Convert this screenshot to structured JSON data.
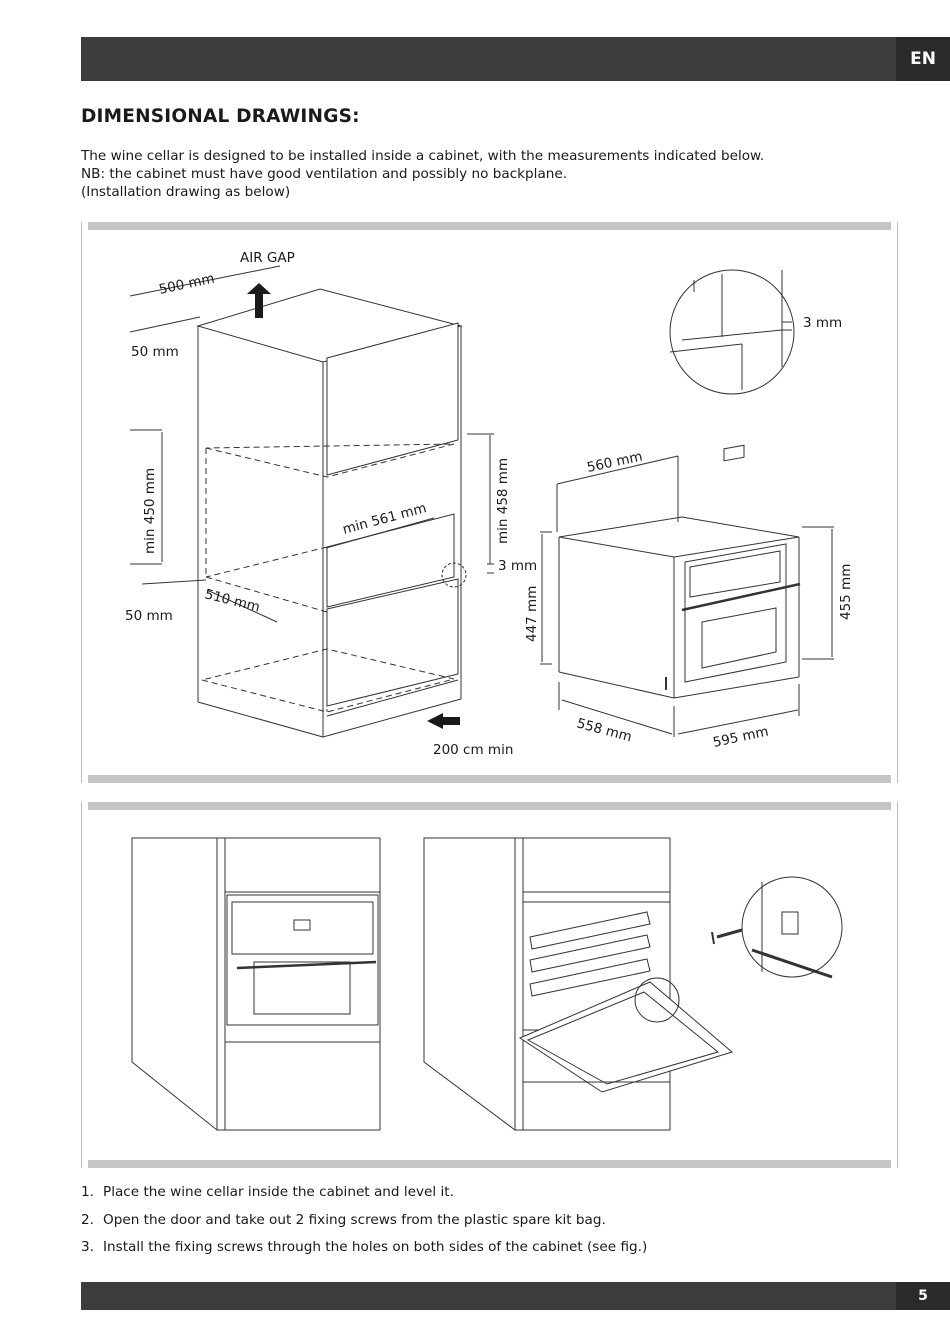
{
  "header": {
    "lang": "EN"
  },
  "section": {
    "title": "DIMENSIONAL DRAWINGS:"
  },
  "intro": [
    "The wine cellar is designed to be installed inside a cabinet, with the measurements indicated below.",
    "NB: the cabinet must have good ventilation and possibly no backplane.",
    "(Installation drawing as below)"
  ],
  "figure1": {
    "labels": {
      "air_gap": "AIR GAP",
      "depth_500": "500 mm",
      "gap_50_top": "50 mm",
      "height_450": "min 450 mm",
      "width_561": "min 561 mm",
      "height_458": "min 458 mm",
      "gap_3": "3 mm",
      "gap_50_bottom": "50 mm",
      "depth_510": "510 mm",
      "air_200": "200 cm min",
      "detail_3": "3 mm",
      "width_560": "560 mm",
      "height_447": "447 mm",
      "height_455": "455 mm",
      "depth_558": "558 mm",
      "width_595": "595 mm"
    }
  },
  "steps": [
    {
      "num": "1.",
      "text": "Place the wine cellar inside the cabinet and level it."
    },
    {
      "num": "2.",
      "text": "Open the door and take out 2 fixing screws from the plastic spare kit bag."
    },
    {
      "num": "3.",
      "text": "Install the fixing screws through the holes on both sides of the cabinet (see fig.)"
    }
  ],
  "footer": {
    "page": "5"
  }
}
